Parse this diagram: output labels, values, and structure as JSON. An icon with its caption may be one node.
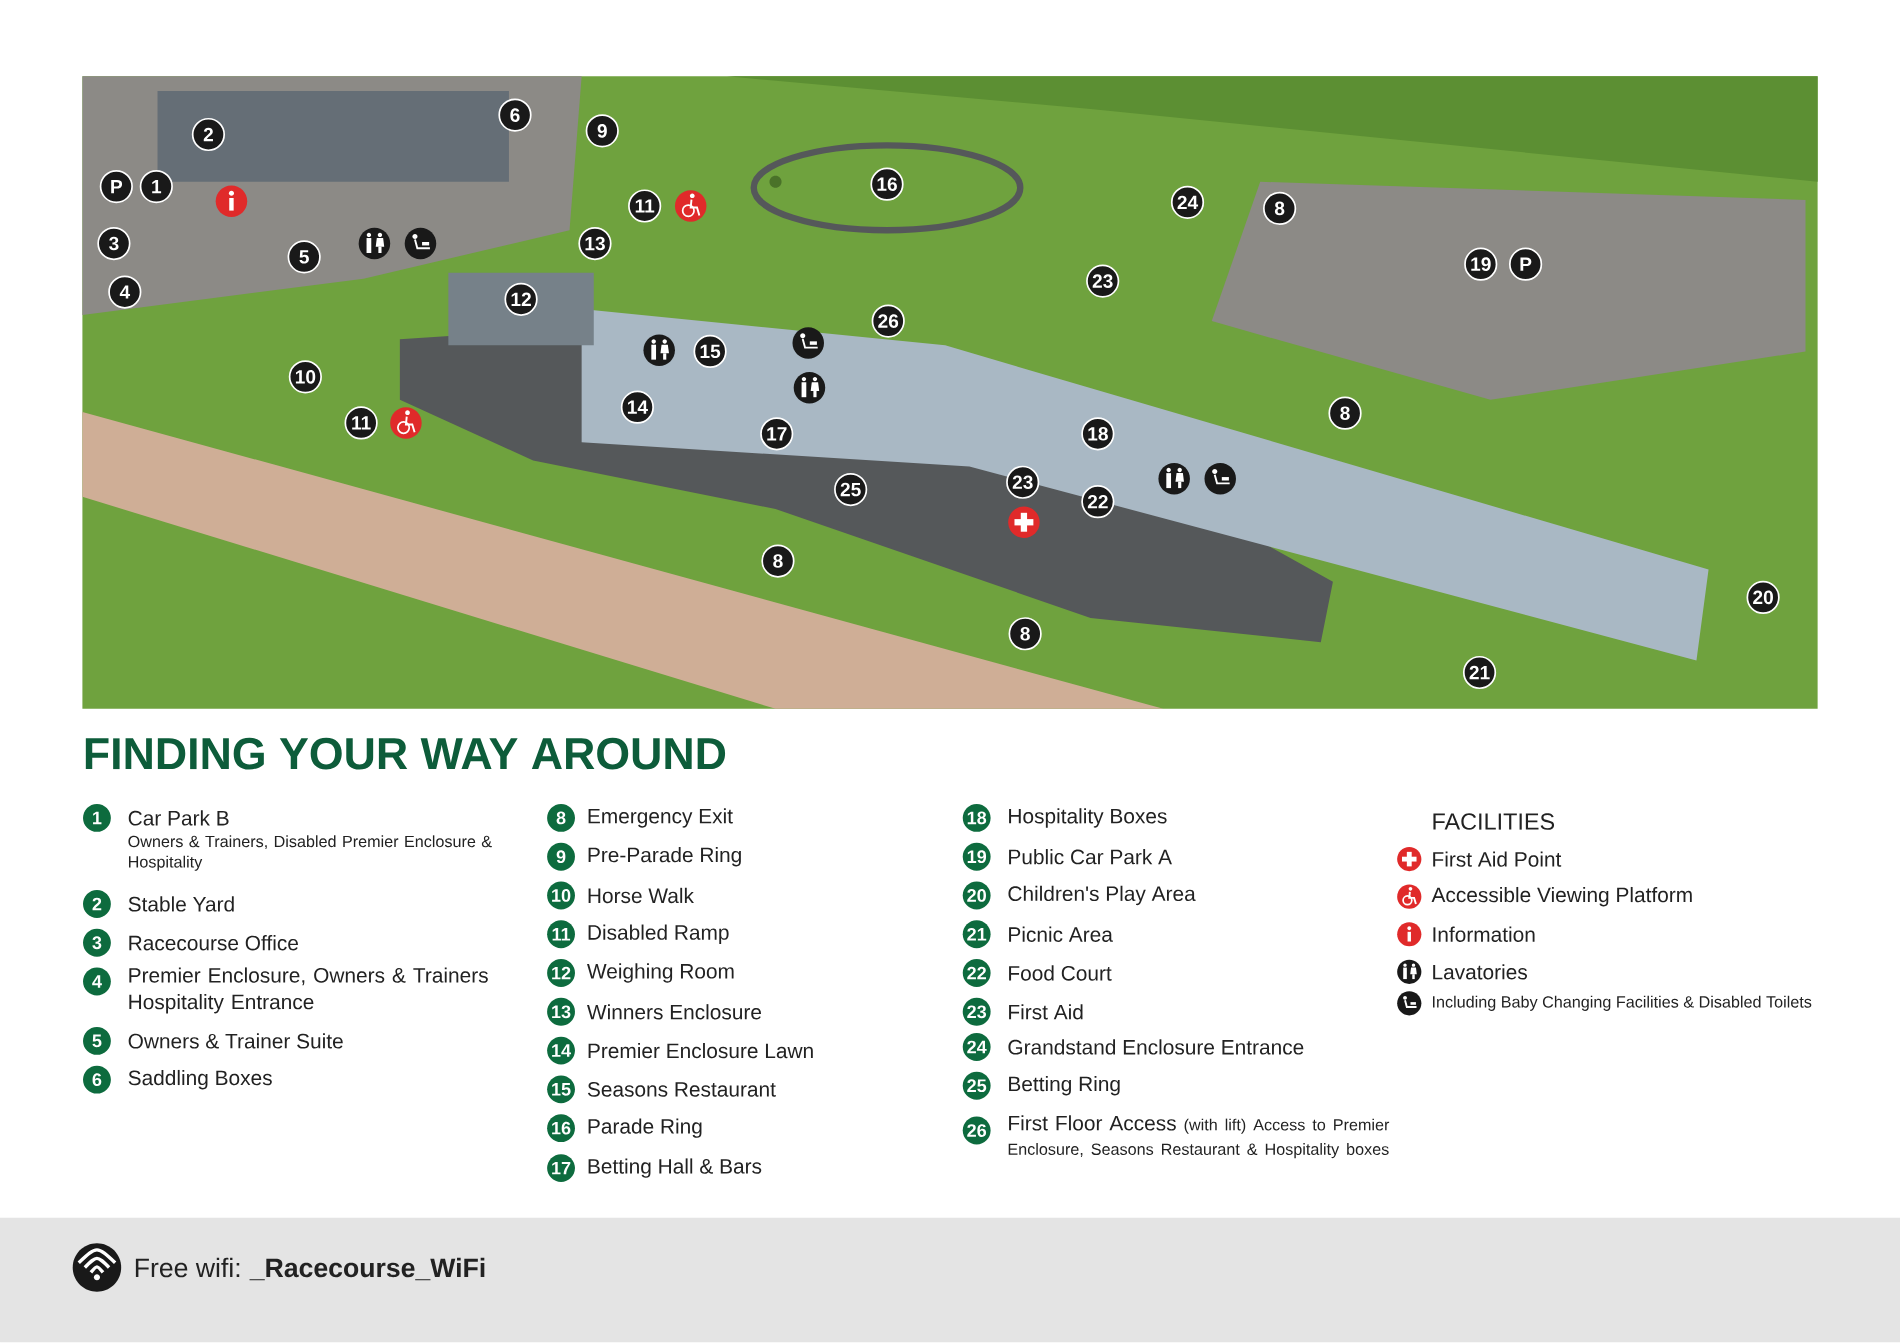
{
  "diagram": {
    "title": "FINDING YOUR WAY AROUND",
    "labels": [
      "2",
      "6",
      "9",
      "P",
      "1",
      "11",
      "16",
      "24",
      "8",
      "3",
      "5",
      "13",
      "19",
      "P",
      "23",
      "4",
      "12",
      "26",
      "15",
      "10",
      "8",
      "14",
      "11",
      "17",
      "18",
      "23",
      "25",
      "22",
      "8",
      "8",
      "20",
      "21",
      "1",
      "Car Park B",
      "Owners & Trainers, Disabled Premier Enclosure & Hospitality",
      "2",
      "Stable Yard",
      "3",
      "Racecourse Office",
      "4",
      "Premier Enclosure, Owners & Trainers Hospitality Entrance",
      "5",
      "Owners & Trainer Suite",
      "6",
      "Saddling Boxes",
      "8",
      "Emergency Exit",
      "9",
      "Pre-Parade Ring",
      "10",
      "Horse Walk",
      "11",
      "Disabled Ramp",
      "12",
      "Weighing Room",
      "13",
      "Winners Enclosure",
      "14",
      "Premier Enclosure Lawn",
      "15",
      "Seasons Restaurant",
      "16",
      "Parade Ring",
      "17",
      "Betting Hall & Bars",
      "18",
      "Hospitality Boxes",
      "19",
      "Public Car Park A",
      "20",
      "Children's Play Area",
      "21",
      "Picnic Area",
      "22",
      "Food Court",
      "23",
      "First Aid",
      "24",
      "Grandstand Enclosure Entrance",
      "25",
      "Betting Ring",
      "26",
      "First Floor Access",
      "(with lift) Access to Premier Enclosure, Seasons Restaurant & Hospitality boxes",
      "FACILITIES",
      "Free wifi:",
      "_Racecourse_WiFi"
    ],
    "legend": [
      {
        "text": "First Aid Point"
      },
      {
        "text": "Accessible Viewing Platform"
      },
      {
        "text": "Information"
      },
      {
        "text": "Lavatories"
      },
      {
        "text": "Including Baby Changing Facilities & Disabled Toilets"
      }
    ]
  }
}
